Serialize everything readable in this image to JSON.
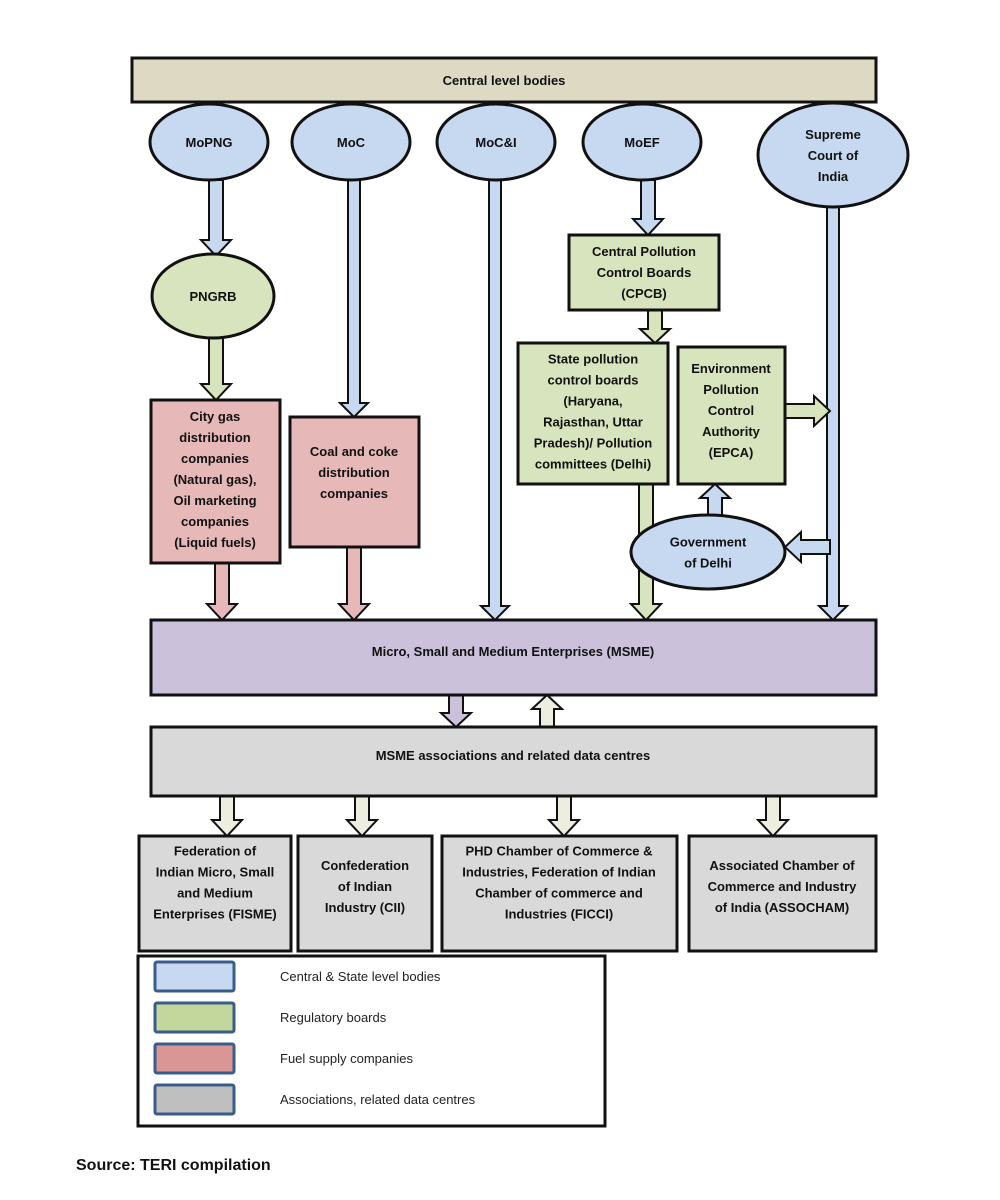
{
  "colors": {
    "central": "#c6d9f0",
    "regulatory": "#d7e4bd",
    "fuel": "#e6b9b8",
    "association": "#d9d9d9",
    "msme": "#ccc1da",
    "header": "#ddd9c3",
    "legend_central": "#c6d9f0",
    "legend_regulatory": "#c3d69b",
    "legend_fuel": "#d99694",
    "legend_association": "#bfbfbf",
    "legend_border": "#385d8a"
  },
  "header": {
    "label": "Central level bodies"
  },
  "nodes": {
    "mopng": {
      "lines": [
        "MoPNG"
      ]
    },
    "moc": {
      "lines": [
        "MoC"
      ]
    },
    "mocandi": {
      "lines": [
        "MoC&I"
      ]
    },
    "moef": {
      "lines": [
        "MoEF"
      ]
    },
    "supreme_court": {
      "lines": [
        "Supreme",
        "Court of",
        "India"
      ]
    },
    "pngrb": {
      "lines": [
        "PNGRB"
      ]
    },
    "cpcb": {
      "lines": [
        "Central Pollution",
        "Control Boards",
        "(CPCB)"
      ]
    },
    "spcb": {
      "lines": [
        "State pollution",
        "control boards",
        "(Haryana,",
        "Rajasthan, Uttar",
        "Pradesh)/ Pollution",
        "committees (Delhi)"
      ]
    },
    "epca": {
      "lines": [
        "Environment",
        "Pollution",
        "Control",
        "Authority",
        "(EPCA)"
      ]
    },
    "gov_delhi": {
      "lines": [
        "Government",
        "of Delhi"
      ]
    },
    "city_gas": {
      "lines": [
        "City gas",
        "distribution",
        "companies",
        "(Natural gas),",
        "Oil marketing",
        "companies",
        "(Liquid fuels)"
      ]
    },
    "coal_coke": {
      "lines": [
        "Coal and coke",
        "distribution",
        "companies"
      ]
    },
    "msme": {
      "lines": [
        "Micro, Small and Medium Enterprises (MSME)"
      ]
    },
    "msme_assoc": {
      "lines": [
        "MSME associations and related data centres"
      ]
    },
    "fisme": {
      "lines": [
        "Federation of",
        "Indian Micro, Small",
        "and Medium",
        "Enterprises (FISME)"
      ]
    },
    "cii": {
      "lines": [
        "Confederation",
        "of Indian",
        "Industry (CII)"
      ]
    },
    "ficci": {
      "lines": [
        "PHD Chamber of Commerce &",
        "Industries, Federation of Indian",
        "Chamber of commerce and",
        "Industries (FICCI)"
      ]
    },
    "assocham": {
      "lines": [
        "Associated Chamber of",
        "Commerce and Industry",
        "of India (ASSOCHAM)"
      ]
    }
  },
  "legend": [
    {
      "label": "Central & State level bodies",
      "color_key": "legend_central"
    },
    {
      "label": "Regulatory boards",
      "color_key": "legend_regulatory"
    },
    {
      "label": "Fuel supply companies",
      "color_key": "legend_fuel"
    },
    {
      "label": "Associations, related data centres",
      "color_key": "legend_association"
    }
  ],
  "source": "Source: TERI compilation"
}
